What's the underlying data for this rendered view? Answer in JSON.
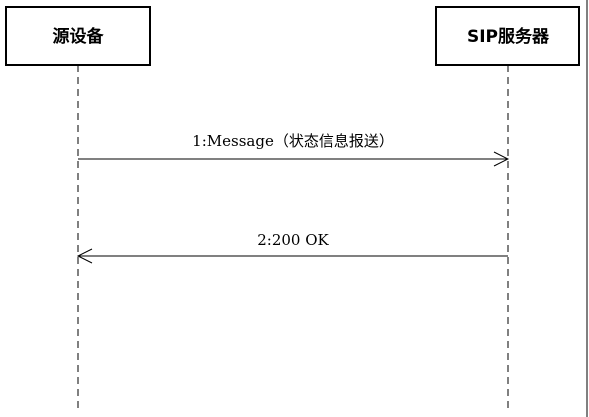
{
  "participants": [
    {
      "label": "源设备"
    },
    {
      "label": "SIP服务器"
    }
  ],
  "messages": [
    {
      "label": "1:Message（状态信息报送）",
      "from": 0,
      "to": 1
    },
    {
      "label": "2:200 OK",
      "from": 1,
      "to": 0
    }
  ],
  "colors": {
    "line": "#000000",
    "background": "#ffffff"
  }
}
